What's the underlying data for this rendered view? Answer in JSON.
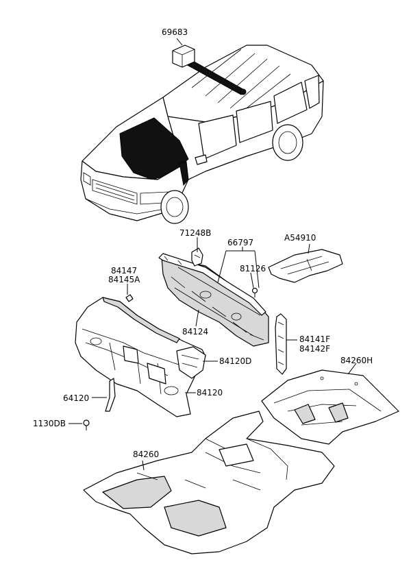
{
  "diagram": {
    "labels": {
      "p69683": "69683",
      "p71248B": "71248B",
      "p66797": "66797",
      "pA54910": "A54910",
      "p84147": "84147",
      "p84145A": "84145A",
      "p81126": "81126",
      "p84124": "84124",
      "p84141F": "84141F",
      "p84142F": "84142F",
      "p84120D": "84120D",
      "p84260H": "84260H",
      "p64120": "64120",
      "p84120": "84120",
      "p1130DB": "1130DB",
      "p84260": "84260"
    }
  }
}
